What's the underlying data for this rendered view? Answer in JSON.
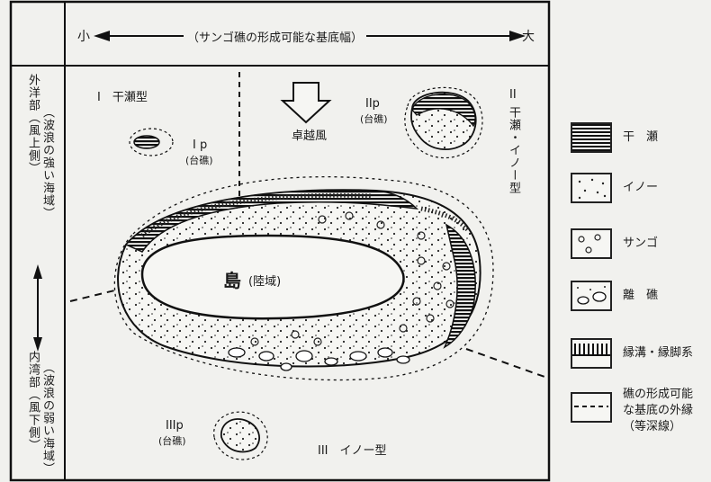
{
  "header": {
    "small": "小",
    "large": "大",
    "caption": "（サンゴ礁の形成可能な基底幅）"
  },
  "left_axis": {
    "outer": "外洋部（風上側）",
    "outer_note": "（波浪の強い海域）",
    "inner": "内湾部（風下側）",
    "inner_note": "（波浪の弱い海域）"
  },
  "types": {
    "type1": "I　干瀬型",
    "type2": "II",
    "type2_sub": "干瀬・イノー型",
    "type3": "III　イノー型"
  },
  "labels": {
    "ip": "I p",
    "ip_sub": "(台礁)",
    "iip": "IIp",
    "iip_sub": "(台礁)",
    "iiip": "IIIp",
    "iiip_sub": "(台礁)",
    "wind": "卓越風",
    "island": "島",
    "island_sub": "(陸域)"
  },
  "legend": [
    {
      "label": "干　瀬",
      "icon": "horizontal-hatch"
    },
    {
      "label": "イノー",
      "icon": "dots"
    },
    {
      "label": "サンゴ",
      "icon": "small-circles"
    },
    {
      "label": "離　礁",
      "icon": "scattered-blobs"
    },
    {
      "label": "縁溝・縁脚系",
      "icon": "comb-teeth"
    },
    {
      "label": "礁の形成可能な基底の外縁（等深線）",
      "label_lines": [
        "礁の形成可能",
        "な基底の外縁",
        "（等深線）"
      ],
      "icon": "dashed-line"
    }
  ]
}
